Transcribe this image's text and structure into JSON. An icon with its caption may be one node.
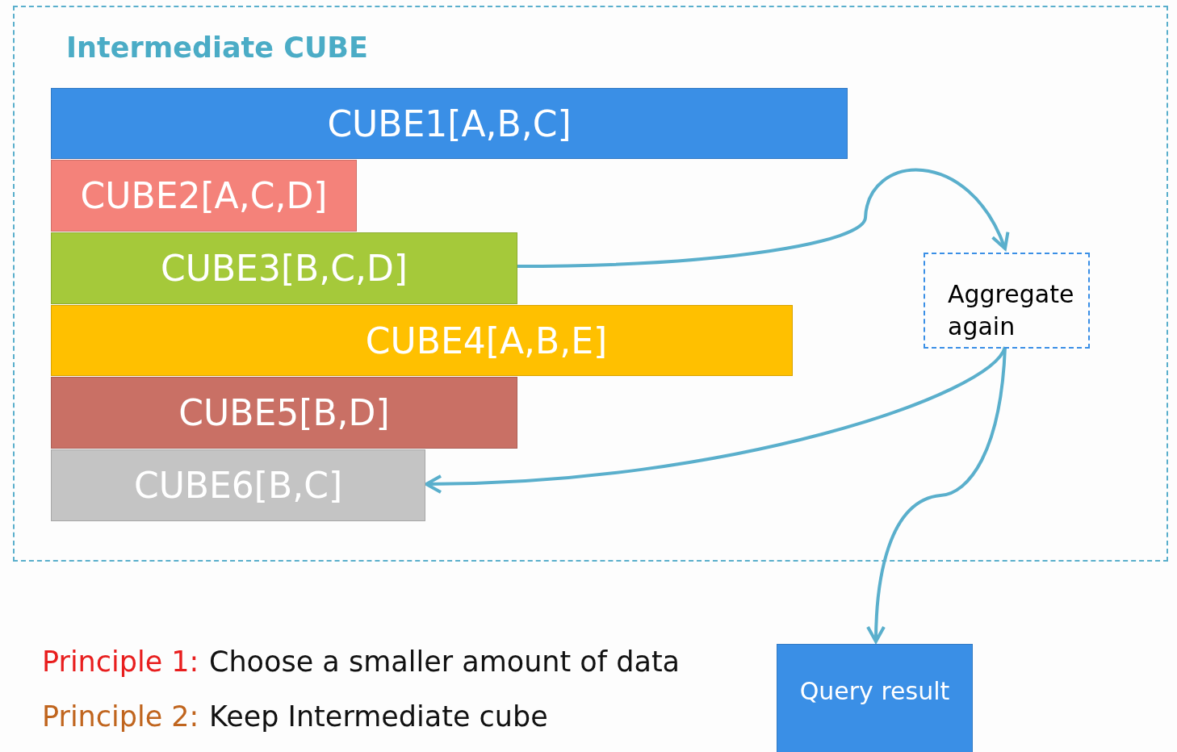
{
  "diagram": {
    "nodes": [
      {
        "text": [
          "Intermediate CUBE"
        ]
      },
      {
        "text": [
          "CUBE1[A,B,C]"
        ],
        "in": 0
      },
      {
        "text": [
          "CUBE2[A,C,D]"
        ],
        "in": 0
      },
      {
        "text": [
          "CUBE3[B,C,D]"
        ],
        "in": 0
      },
      {
        "text": [
          "CUBE4[A,B,E]"
        ],
        "in": 0
      },
      {
        "text": [
          "CUBE5[B,D]"
        ],
        "in": 0
      },
      {
        "text": [
          "CUBE6[B,C]"
        ],
        "in": 0
      },
      {
        "text": [
          "Aggregate again"
        ],
        "in": 0
      },
      {
        "text": [
          "Query result"
        ]
      }
    ],
    "edges": [
      {
        "from": 3,
        "to": 7,
        "arrow": "to"
      },
      {
        "from": 7,
        "to": 6,
        "arrow": "to"
      },
      {
        "from": 7,
        "to": 8,
        "arrow": "to"
      }
    ],
    "labels": [
      "Principle 1:",
      "Choose a smaller amount of data",
      "Principle 2:",
      "Keep Intermediate cube"
    ]
  }
}
